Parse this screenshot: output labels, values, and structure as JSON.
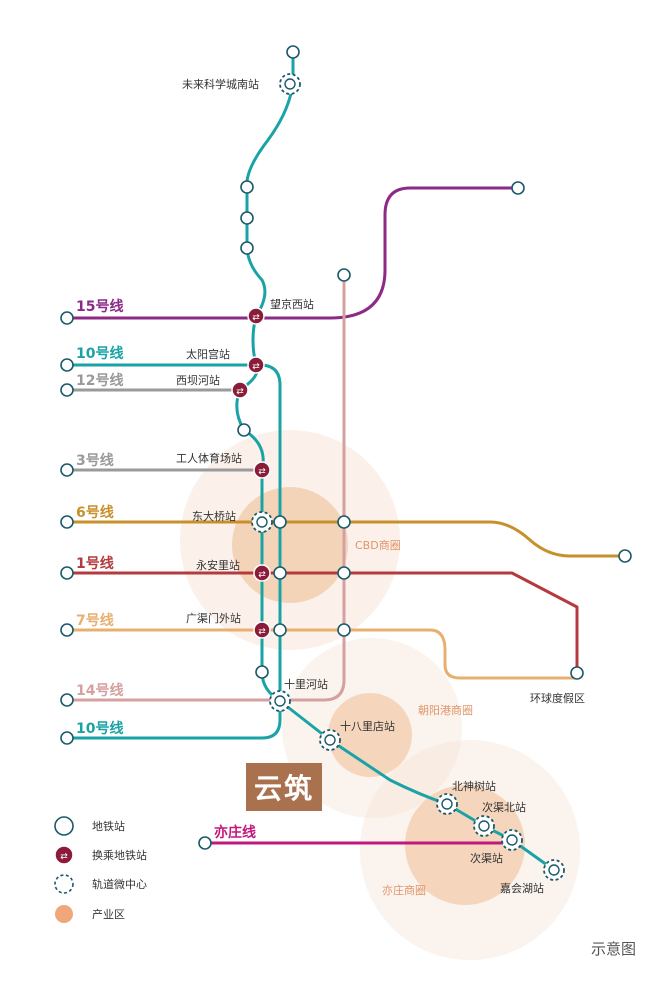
{
  "colors": {
    "line15": "#8c2a86",
    "line10": "#1aa3a6",
    "line12": "#9a9a9a",
    "line3": "#9a9a9a",
    "line6": "#c8902a",
    "line1": "#b53a3e",
    "line7": "#e8b070",
    "line14": "#d4a0a0",
    "yizhuang": "#c2187d",
    "transfer": "#8a1c3a",
    "industry": "#f2c9a8"
  },
  "lines": {
    "l15": "15号线",
    "l10a": "10号线",
    "l12": "12号线",
    "l3": "3号线",
    "l6": "6号线",
    "l1": "1号线",
    "l7": "7号线",
    "l14": "14号线",
    "l10b": "10号线",
    "yz": "亦庄线"
  },
  "stations": {
    "s1": "未来科学城南站",
    "s2": "望京西站",
    "s3": "太阳宫站",
    "s4": "西坝河站",
    "s5": "工人体育场站",
    "s6": "东大桥站",
    "s7": "永安里站",
    "s8": "广渠门外站",
    "s9": "十里河站",
    "s10": "十八里店站",
    "s11": "北神树站",
    "s12": "次渠北站",
    "s13": "次渠站",
    "s14": "嘉会湖站",
    "s15": "环球度假区"
  },
  "zones": {
    "cbd": "CBD商圈",
    "chaoyanggang": "朝阳港商圈",
    "yizhuang": "亦庄商圈"
  },
  "legend": {
    "metro": "地铁站",
    "transfer": "换乘地铁站",
    "hub": "轨道微中心",
    "industry": "产业区"
  },
  "brand": "云筑",
  "note": "示意图"
}
